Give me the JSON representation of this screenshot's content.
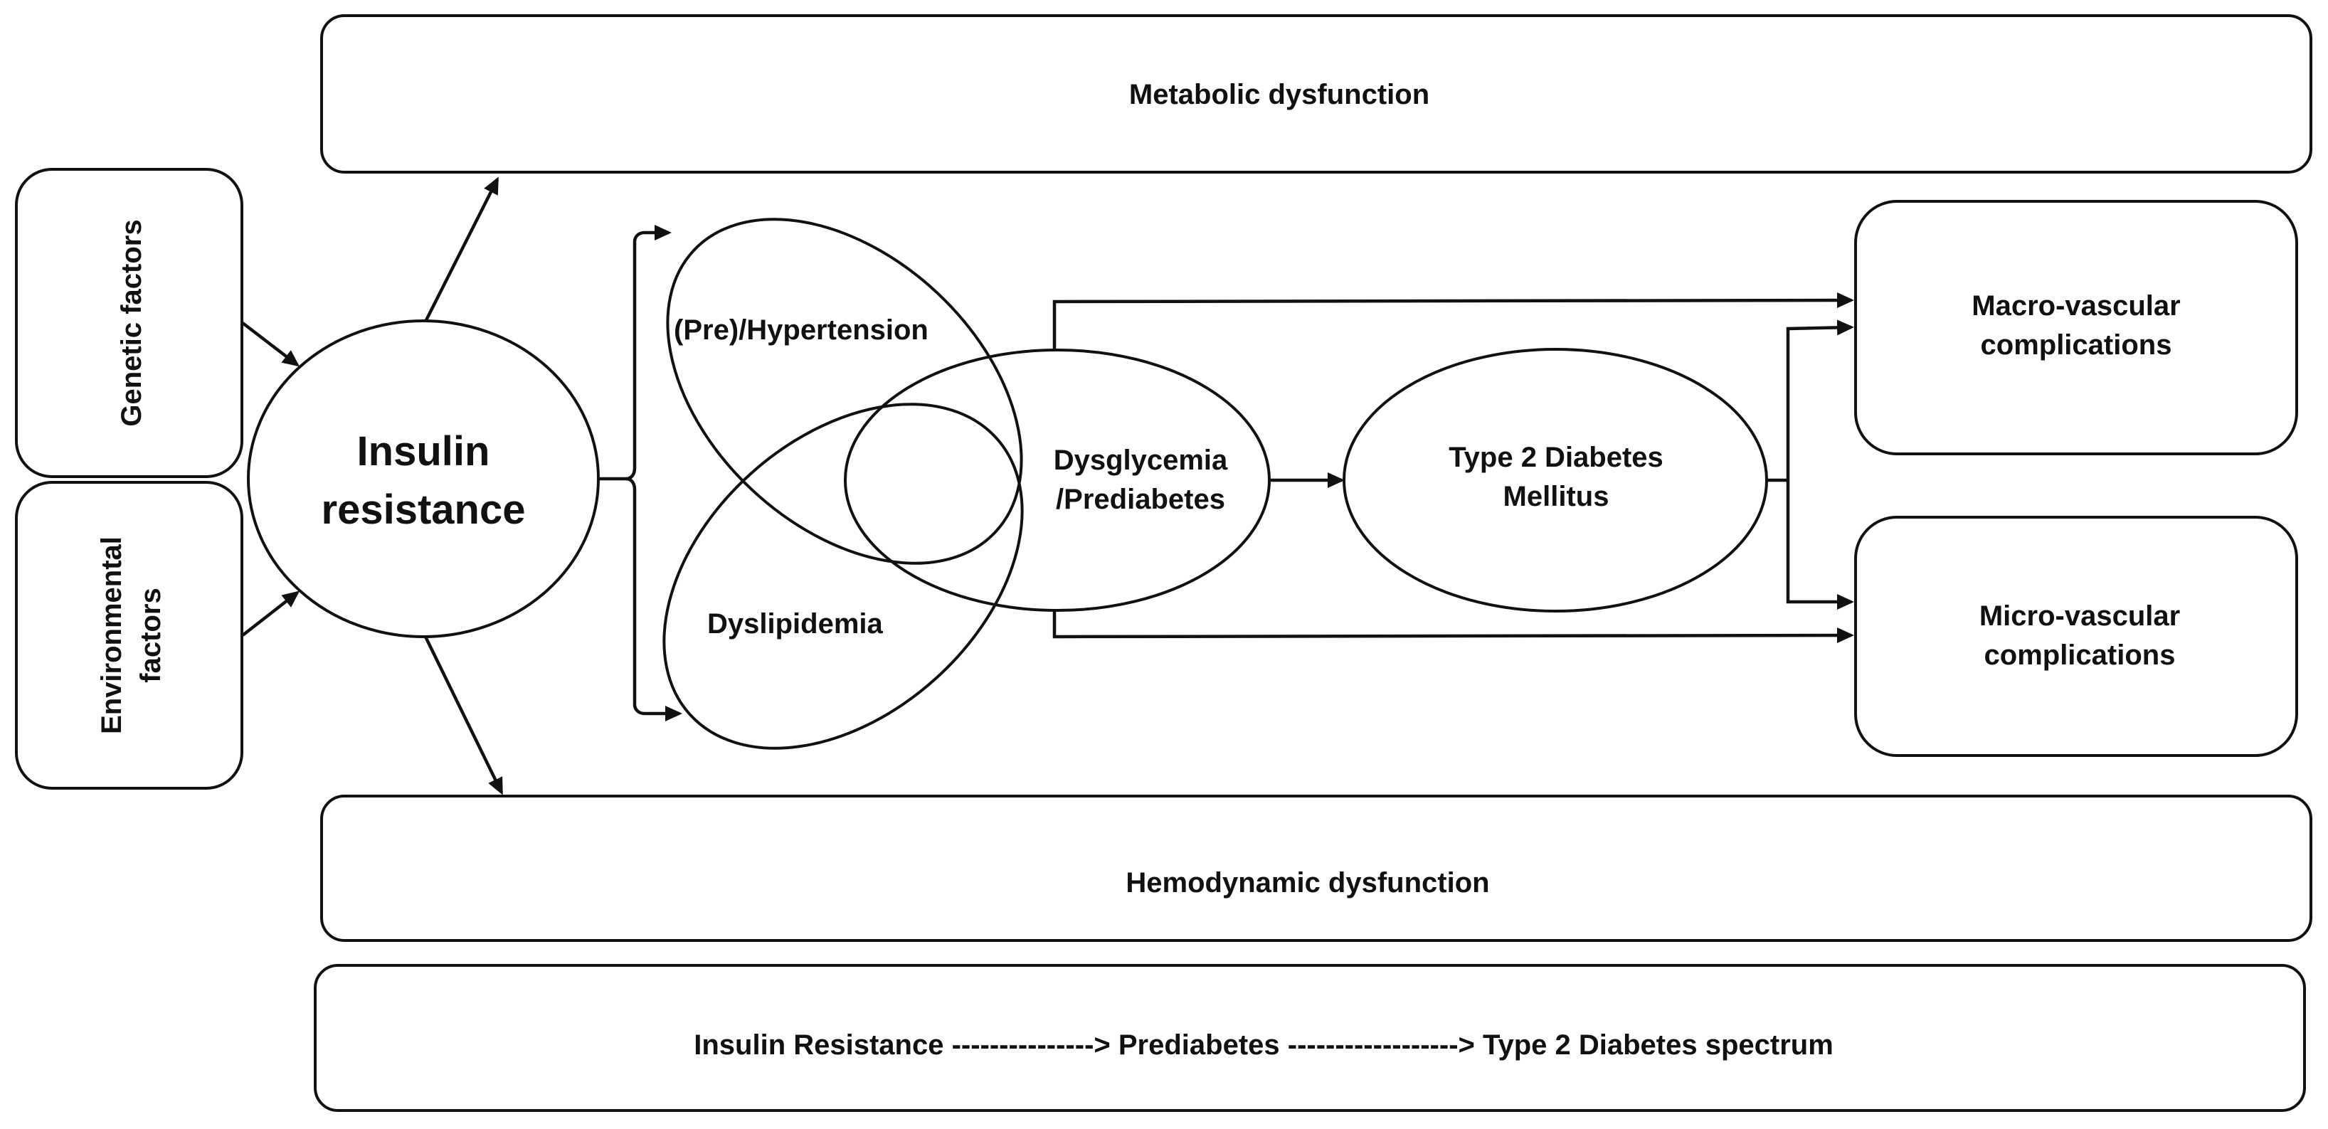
{
  "boxes": {
    "metabolic": "Metabolic dysfunction",
    "hemodynamic": "Hemodynamic dysfunction",
    "spectrum": "Insulin Resistance ---------------> Prediabetes ------------------> Type 2 Diabetes spectrum",
    "genetic": "Genetic factors",
    "environmental_line1": "Environmental",
    "environmental_line2": "factors",
    "macro_line1": "Macro-vascular",
    "macro_line2": "complications",
    "micro_line1": "Micro-vascular",
    "micro_line2": "complications"
  },
  "ellipses": {
    "insulin_line1": "Insulin",
    "insulin_line2": "resistance",
    "hypertension": "(Pre)/Hypertension",
    "dyslipidemia": "Dyslipidemia",
    "dysglycemia_line1": "Dysglycemia",
    "dysglycemia_line2": "/Prediabetes",
    "t2dm_line1": "Type 2 Diabetes",
    "t2dm_line2": "Mellitus"
  },
  "colors": {
    "stroke": "#111111",
    "background": "#ffffff"
  }
}
